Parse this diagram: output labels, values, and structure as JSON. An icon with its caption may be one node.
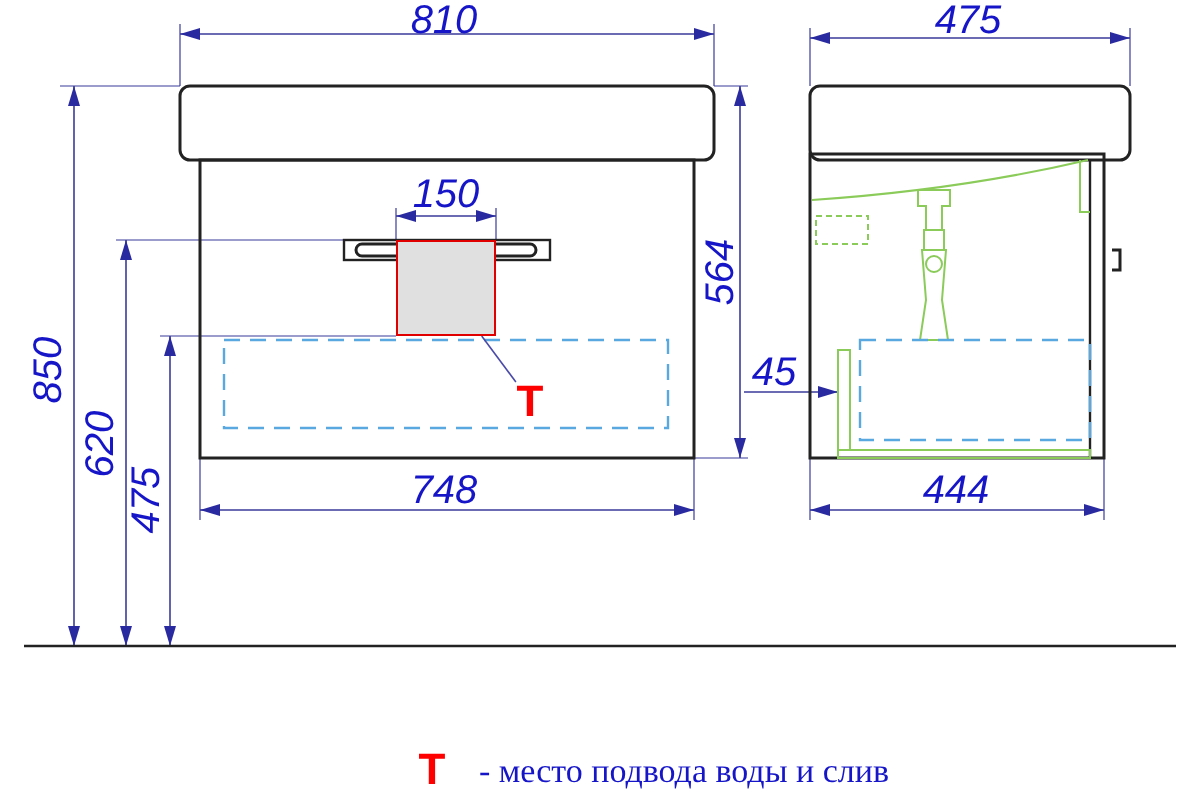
{
  "diagram": {
    "nodes": [
      {
        "text": [
          "T"
        ]
      },
      {
        "text": [],
        "shape": "box"
      }
    ],
    "edges": [
      {
        "from": 0,
        "to": 1,
        "arrow": "none"
      }
    ],
    "labels": [
      "810",
      "475",
      "150",
      "564",
      "850",
      "620",
      "475",
      "45",
      "748",
      "444",
      "T",
      "- место подвода воды и слив"
    ]
  }
}
